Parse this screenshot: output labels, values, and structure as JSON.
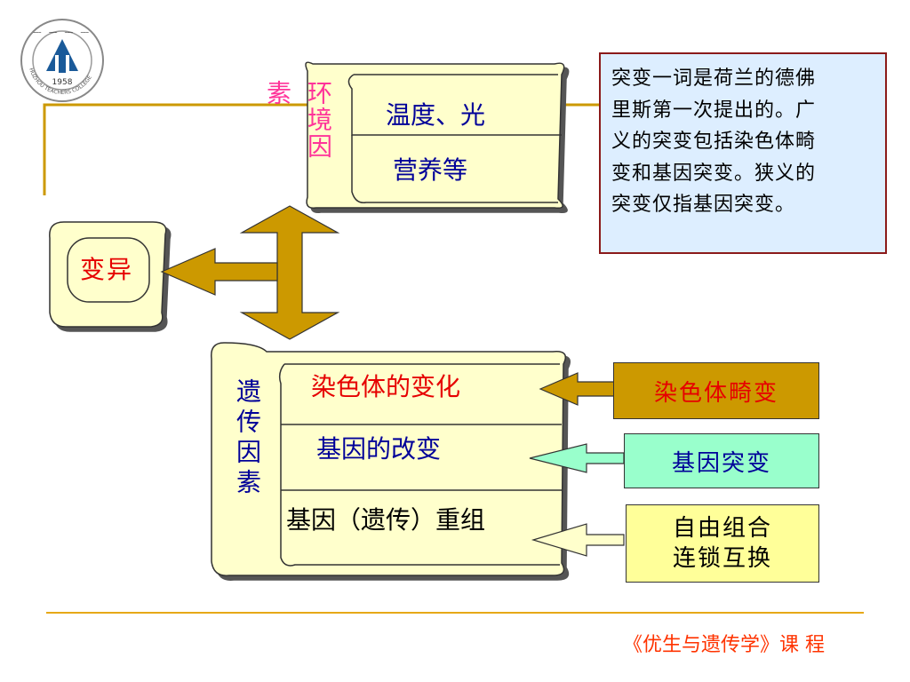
{
  "colors": {
    "box_fill": "#ffffcc",
    "arrow_gold": "#cc9900",
    "line_gold": "#cc9900",
    "note_bg": "#ddeeff",
    "note_border": "#8b1a1a",
    "tag_chrom_bg": "#cc9900",
    "tag_gene_bg": "#99ffcc",
    "tag_recomb_bg": "#ffff99"
  },
  "logo": {
    "year": "1958",
    "ring_text": "HUZHOU TEACHERS COLLEGE"
  },
  "environment": {
    "label_main": "环境因",
    "label_extra": "素",
    "items": [
      "温度、光",
      "营养等"
    ]
  },
  "variation": {
    "label": "变异"
  },
  "genetic": {
    "label": "遗传因素",
    "items": [
      "染色体的变化",
      "基因的改变",
      "基因（遗传）重组"
    ]
  },
  "tags": {
    "chromosome": "染色体畸变",
    "gene": "基因突变",
    "recombination_lines": [
      "自由组合",
      "连锁互换"
    ]
  },
  "note": "突变一词是荷兰的德佛\n里斯第一次提出的。广\n义的突变包括染色体畸\n变和基因突变。狭义的\n突变仅指基因突变。",
  "footer": "《优生与遗传学》课 程"
}
